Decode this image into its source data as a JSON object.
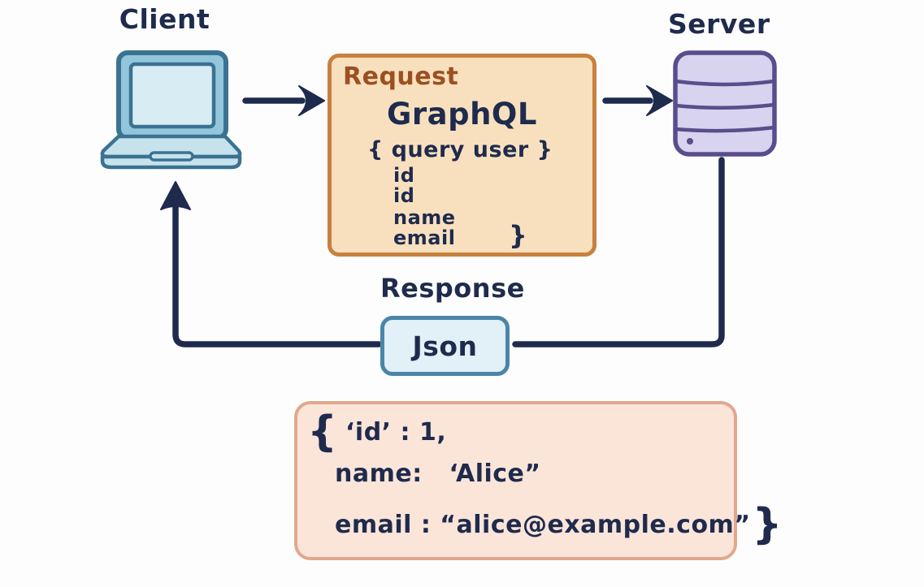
{
  "client": {
    "label": "Client"
  },
  "server": {
    "label": "Server"
  },
  "request_box": {
    "label": "Request",
    "title": "GraphQL",
    "query_line": "{ query user }",
    "fields": [
      "id",
      "id",
      "name",
      "email"
    ],
    "closing_brace": "}"
  },
  "response": {
    "label": "Response",
    "box_label": "Json"
  },
  "result_box": {
    "open_brace": "{",
    "line1": "‘id’ : 1,",
    "line2": "name:   ‘Alice”",
    "line3": "email : “alice@example.com”",
    "close_brace": "}"
  },
  "icons": {
    "client": "laptop-icon",
    "server": "server-stack-icon"
  },
  "colors": {
    "ink": "#1f2b4d",
    "request_fill": "#f8e0bf",
    "request_border": "#c8813e",
    "request_label": "#9c5020",
    "json_fill": "#e2f0f7",
    "json_border": "#4a85a8",
    "result_fill": "#fbe5d9",
    "result_border": "#e3a78d",
    "laptop_outline": "#3a7291",
    "laptop_fill": "#93c6da",
    "server_outline": "#5a4d8c",
    "server_fill": "#d8d3ee",
    "bg": "#fdfdfd"
  }
}
